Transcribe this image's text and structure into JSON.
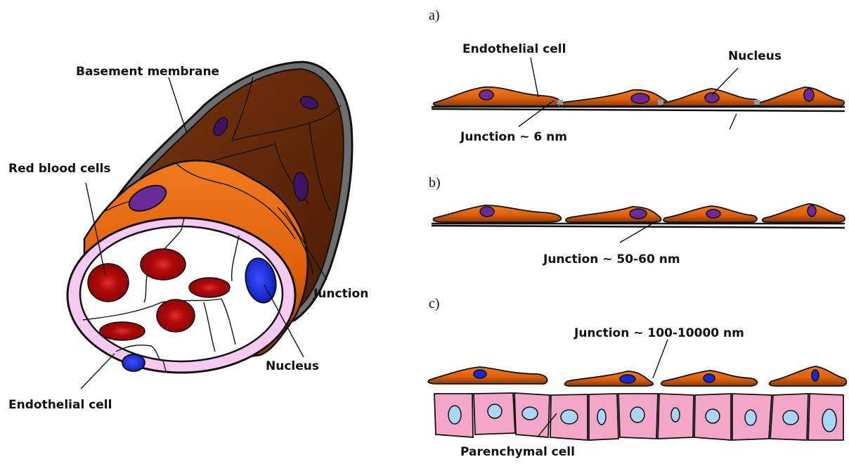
{
  "left_diagram": {
    "labels": {
      "basement_membrane": "Basement membrane",
      "red_blood_cells": "Red blood cells",
      "junction": "Junction",
      "nucleus": "Nucleus",
      "endothelial_cell": "Endothelial cell"
    }
  },
  "panel_a": {
    "letter": "a)",
    "endothelial_cell": "Endothelial cell",
    "nucleus": "Nucleus",
    "junction": "Junction ~ 6 nm"
  },
  "panel_b": {
    "letter": "b)",
    "junction": "Junction ~ 50-60 nm"
  },
  "panel_c": {
    "letter": "c)",
    "junction": "Junction ~ 100-10000 nm",
    "parenchymal_cell": "Parenchymal cell"
  },
  "colors": {
    "endothelium": "#e8650f",
    "endothelium_dark": "#7a3408",
    "vessel_back": "#6b2c06",
    "membrane": "#6e6e6e",
    "lumen_ring": "#f6c9f0",
    "red_blood_cell": "#c40d0d",
    "nucleus_purple": "#6b2c9a",
    "nucleus_blue": "#1428d8",
    "parenchymal": "#f4a6c8",
    "parenchymal_nucleus": "#a9d6f5"
  }
}
